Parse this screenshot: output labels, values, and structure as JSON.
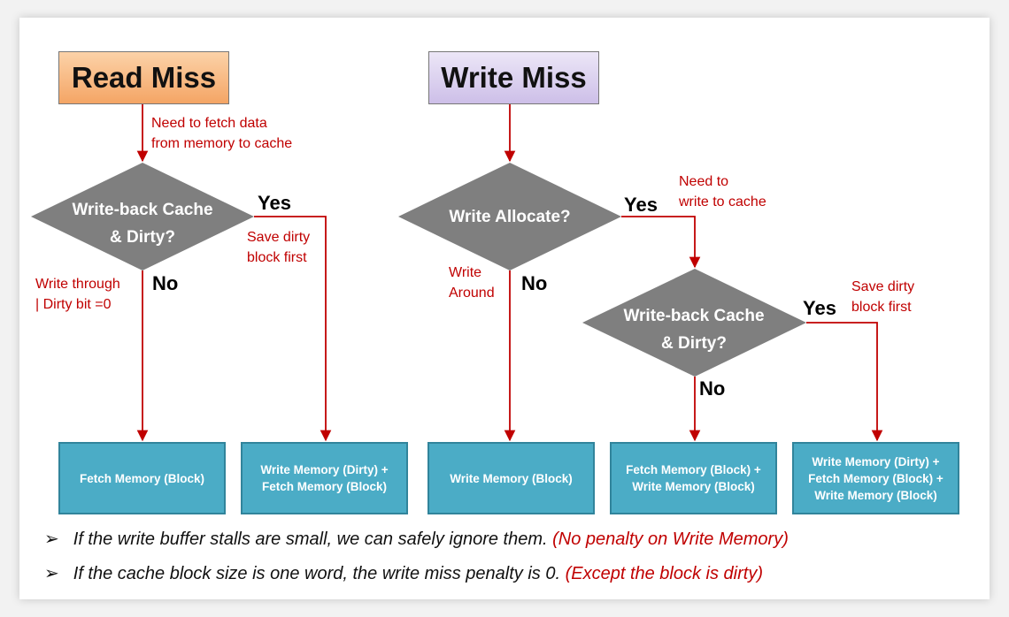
{
  "start_nodes": {
    "read_miss": "Read Miss",
    "write_miss": "Write Miss"
  },
  "decisions": {
    "read_writeback_dirty": [
      "Write-back Cache",
      "& Dirty?"
    ],
    "write_allocate": "Write Allocate?",
    "write_writeback_dirty": [
      "Write-back Cache",
      "& Dirty?"
    ]
  },
  "outcomes": {
    "fetch_block": [
      "Fetch Memory (Block)"
    ],
    "write_dirty_fetch": [
      "Write Memory (Dirty) +",
      "Fetch Memory (Block)"
    ],
    "write_block": [
      "Write Memory (Block)"
    ],
    "fetch_write_block": [
      "Fetch Memory (Block) +",
      "Write Memory (Block)"
    ],
    "write_dirty_fetch_write": [
      "Write Memory (Dirty) +",
      "Fetch Memory (Block) +",
      "Write Memory (Block)"
    ]
  },
  "branch_labels": {
    "yes": "Yes",
    "no": "No"
  },
  "annotations": {
    "fetch_to_cache": [
      "Need to fetch data",
      "from memory to cache"
    ],
    "save_dirty_left": [
      "Save dirty",
      "block first"
    ],
    "write_through": [
      "Write through",
      "| Dirty bit =0"
    ],
    "need_write_cache": [
      "Need to",
      "write to cache"
    ],
    "write_around": [
      "Write",
      "Around"
    ],
    "save_dirty_right": [
      "Save dirty",
      "block first"
    ]
  },
  "bullets": [
    {
      "text": "If the write buffer stalls are small, we can safely ignore them.",
      "note": "(No penalty on Write Memory)"
    },
    {
      "text": "If the cache block size is one word, the write miss penalty is 0.",
      "note": "(Except the block is dirty)"
    }
  ],
  "colors": {
    "read_miss_fill": "#f4a565",
    "write_miss_fill": "#cdbfe8",
    "decision_fill": "#7f7f7f",
    "outcome_fill": "#4bacc6",
    "outcome_border": "#31849b",
    "arrow": "#c00000",
    "annotation": "#c00000"
  }
}
